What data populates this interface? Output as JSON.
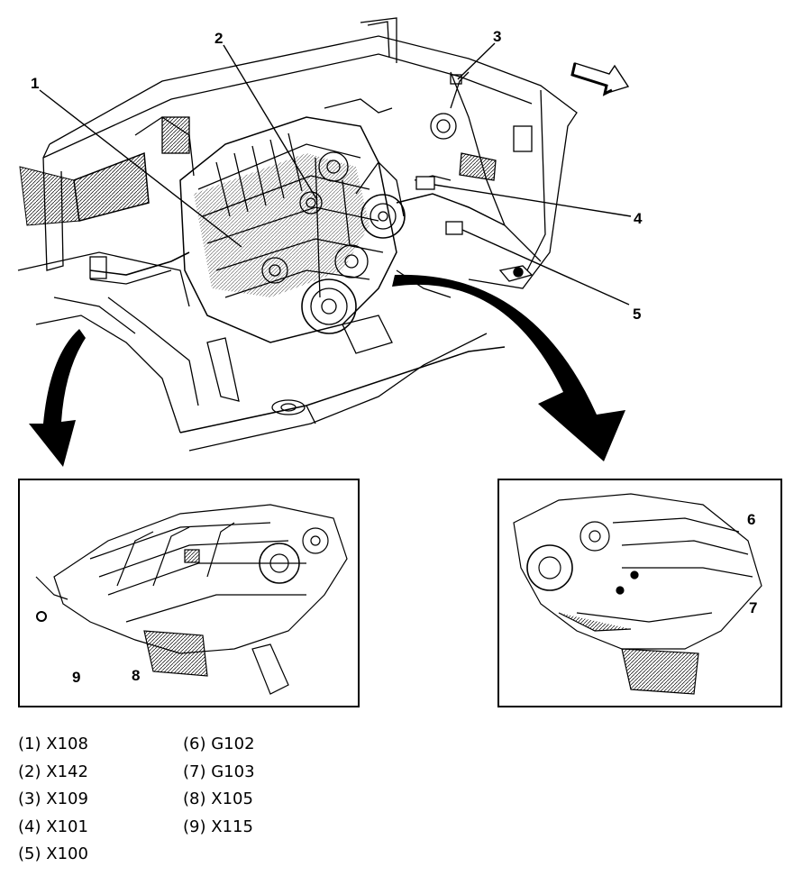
{
  "callouts": {
    "c1": "1",
    "c2": "2",
    "c3": "3",
    "c4": "4",
    "c5": "5",
    "c6": "6",
    "c7": "7",
    "c8": "8",
    "c9": "9"
  },
  "legend": {
    "left": [
      {
        "number": "(1)",
        "code": "X108"
      },
      {
        "number": "(2)",
        "code": "X142"
      },
      {
        "number": "(3)",
        "code": "X109"
      },
      {
        "number": "(4)",
        "code": "X101"
      },
      {
        "number": "(5)",
        "code": "X100"
      }
    ],
    "right": [
      {
        "number": "(6)",
        "code": "G102"
      },
      {
        "number": "(7)",
        "code": "G103"
      },
      {
        "number": "(8)",
        "code": "X105"
      },
      {
        "number": "(9)",
        "code": "X115"
      }
    ]
  }
}
